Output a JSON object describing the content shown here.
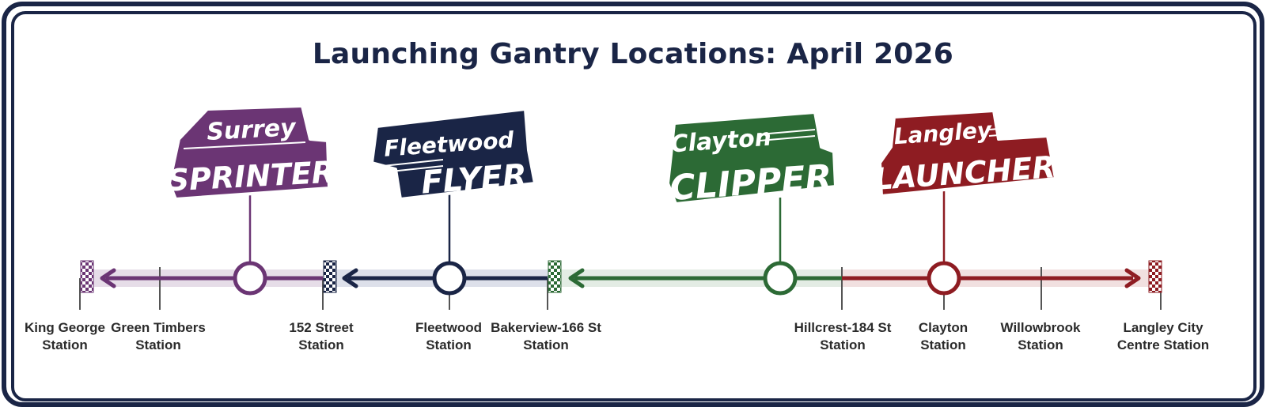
{
  "title": "Launching Gantry Locations: April 2026",
  "colors": {
    "navy": "#1a2546",
    "surrey": "#6b3574",
    "fleetwood": "#1a2546",
    "clayton": "#2c6a35",
    "langley": "#8e1c22",
    "track_grey": "#555555"
  },
  "gantries": [
    {
      "name_top": "Surrey",
      "name_bottom": "SPRINTER",
      "color": "#6b3574",
      "icon": "launching-gantry-logo"
    },
    {
      "name_top": "Fleetwood",
      "name_bottom": "FLYER",
      "color": "#1a2546",
      "icon": "launching-gantry-logo"
    },
    {
      "name_top": "Clayton",
      "name_bottom": "CLIPPER",
      "color": "#2c6a35",
      "icon": "launching-gantry-logo"
    },
    {
      "name_top": "Langley",
      "name_bottom": "LAUNCHER",
      "color": "#8e1c22",
      "icon": "launching-gantry-logo"
    }
  ],
  "stations": [
    {
      "line1": "King George",
      "line2": "Station"
    },
    {
      "line1": "Green Timbers",
      "line2": "Station"
    },
    {
      "line1": "152 Street",
      "line2": "Station"
    },
    {
      "line1": "Fleetwood",
      "line2": "Station"
    },
    {
      "line1": "Bakerview-166 St",
      "line2": "Station"
    },
    {
      "line1": "Hillcrest-184 St",
      "line2": "Station"
    },
    {
      "line1": "Clayton",
      "line2": "Station"
    },
    {
      "line1": "Willowbrook",
      "line2": "Station"
    },
    {
      "line1": "Langley City",
      "line2": "Centre Station"
    }
  ]
}
